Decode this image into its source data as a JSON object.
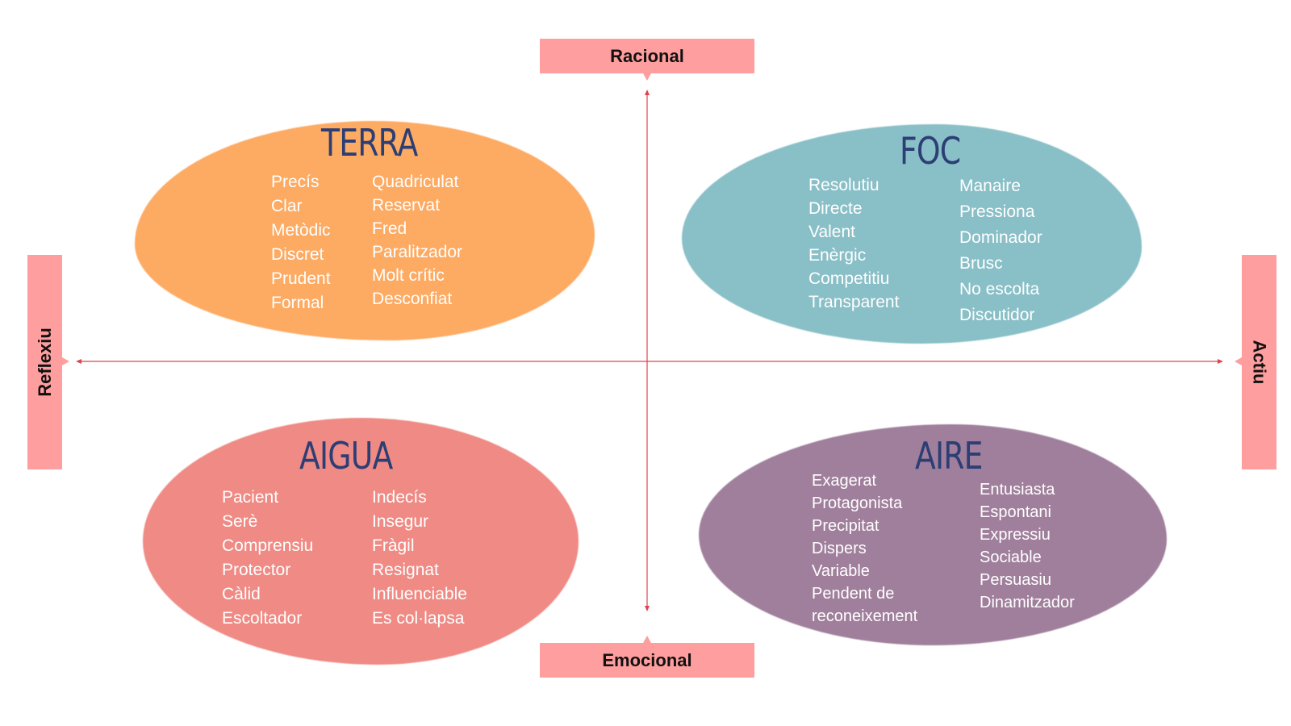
{
  "axes": {
    "top": "Racional",
    "bottom": "Emocional",
    "left": "Reflexiu",
    "right": "Actiu"
  },
  "quadrants": {
    "terra": {
      "title": "TERRA",
      "col1": [
        "Precís",
        "Clar",
        "Metòdic",
        "Discret",
        "Prudent",
        "Formal"
      ],
      "col2": [
        "Quadriculat",
        "Reservat",
        "Fred",
        "Paralitzador",
        "Molt crític",
        "Desconfiat"
      ]
    },
    "foc": {
      "title": "FOC",
      "col1": [
        "Resolutiu",
        "Directe",
        "Valent",
        "Enèrgic",
        "Competitiu",
        "Transparent"
      ],
      "col2": [
        "Manaire",
        "Pressiona",
        "Dominador",
        "Brusc",
        "No escolta",
        "Discutidor"
      ]
    },
    "aigua": {
      "title": "AIGUA",
      "col1": [
        "Pacient",
        "Serè",
        "Comprensiu",
        "Protector",
        "Càlid",
        "Escoltador"
      ],
      "col2": [
        "Indecís",
        "Insegur",
        "Fràgil",
        "Resignat",
        "Influenciable",
        "Es col·lapsa"
      ]
    },
    "aire": {
      "title": "AIRE",
      "col1": [
        "Exagerat",
        "Protagonista",
        "Precipitat",
        "Dispers",
        "Variable",
        "Pendent de",
        "reconeixement"
      ],
      "col2": [
        "Entusiasta",
        "Espontani",
        "Expressiu",
        "Sociable",
        "Persuasiu",
        "Dinamitzador"
      ]
    }
  },
  "colors": {
    "terra": "#fdaa62",
    "foc": "#89bfc7",
    "aigua": "#ef8a84",
    "aire": "#a07f9c",
    "tag": "#ff9e9e",
    "axis": "#e0424f",
    "title": "#2c3e74"
  }
}
